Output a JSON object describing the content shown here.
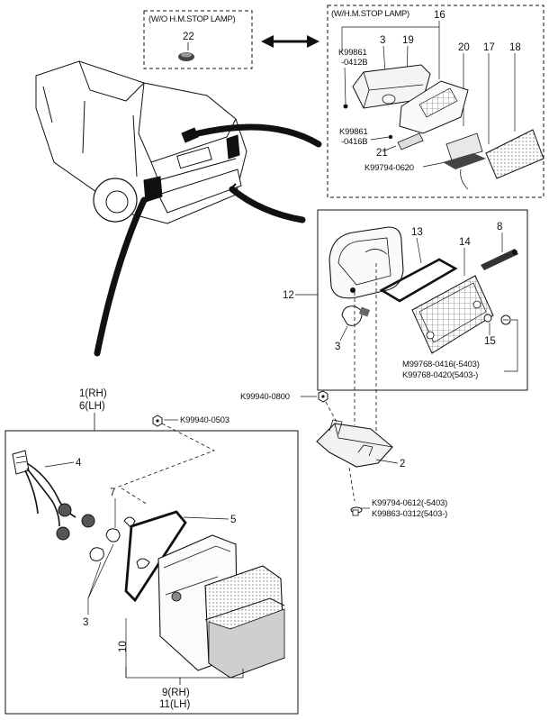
{
  "boxes": {
    "without_hm_stop_lamp": "(W/O H.M.STOP LAMP)",
    "with_hm_stop_lamp": "(W/H.M.STOP LAMP)"
  },
  "callouts": {
    "n22": "22",
    "n16": "16",
    "n3a": "3",
    "n19": "19",
    "n20": "20",
    "n17": "17",
    "n18": "18",
    "n21": "21",
    "n13": "13",
    "n14": "14",
    "n8": "8",
    "n12": "12",
    "n3b": "3",
    "n15": "15",
    "n2": "2",
    "n1rh": "1(RH)",
    "n6lh": "6(LH)",
    "n4": "4",
    "n7": "7",
    "n5": "5",
    "n3c": "3",
    "n10": "10",
    "n9rh": "9(RH)",
    "n11lh": "11(LH)"
  },
  "part_codes": {
    "k99861_a1": "K99861",
    "k99861_a2": "-0412B",
    "k99861_b1": "K99861",
    "k99861_b2": "-0416B",
    "k99794_0620": "K99794-0620",
    "m99768": "M99768-0416(-5403)",
    "k99768": "K99768-0420(5403-)",
    "k99940_0800": "K99940-0800",
    "k99940_0503": "K99940-0503",
    "k99794_0612": "K99794-0612(-5403)",
    "k99863_0312": "K99863-0312(5403-)"
  },
  "colors": {
    "ink": "#111111",
    "paper": "#ffffff",
    "shade": "#cfcfcf",
    "dark": "#222222"
  }
}
